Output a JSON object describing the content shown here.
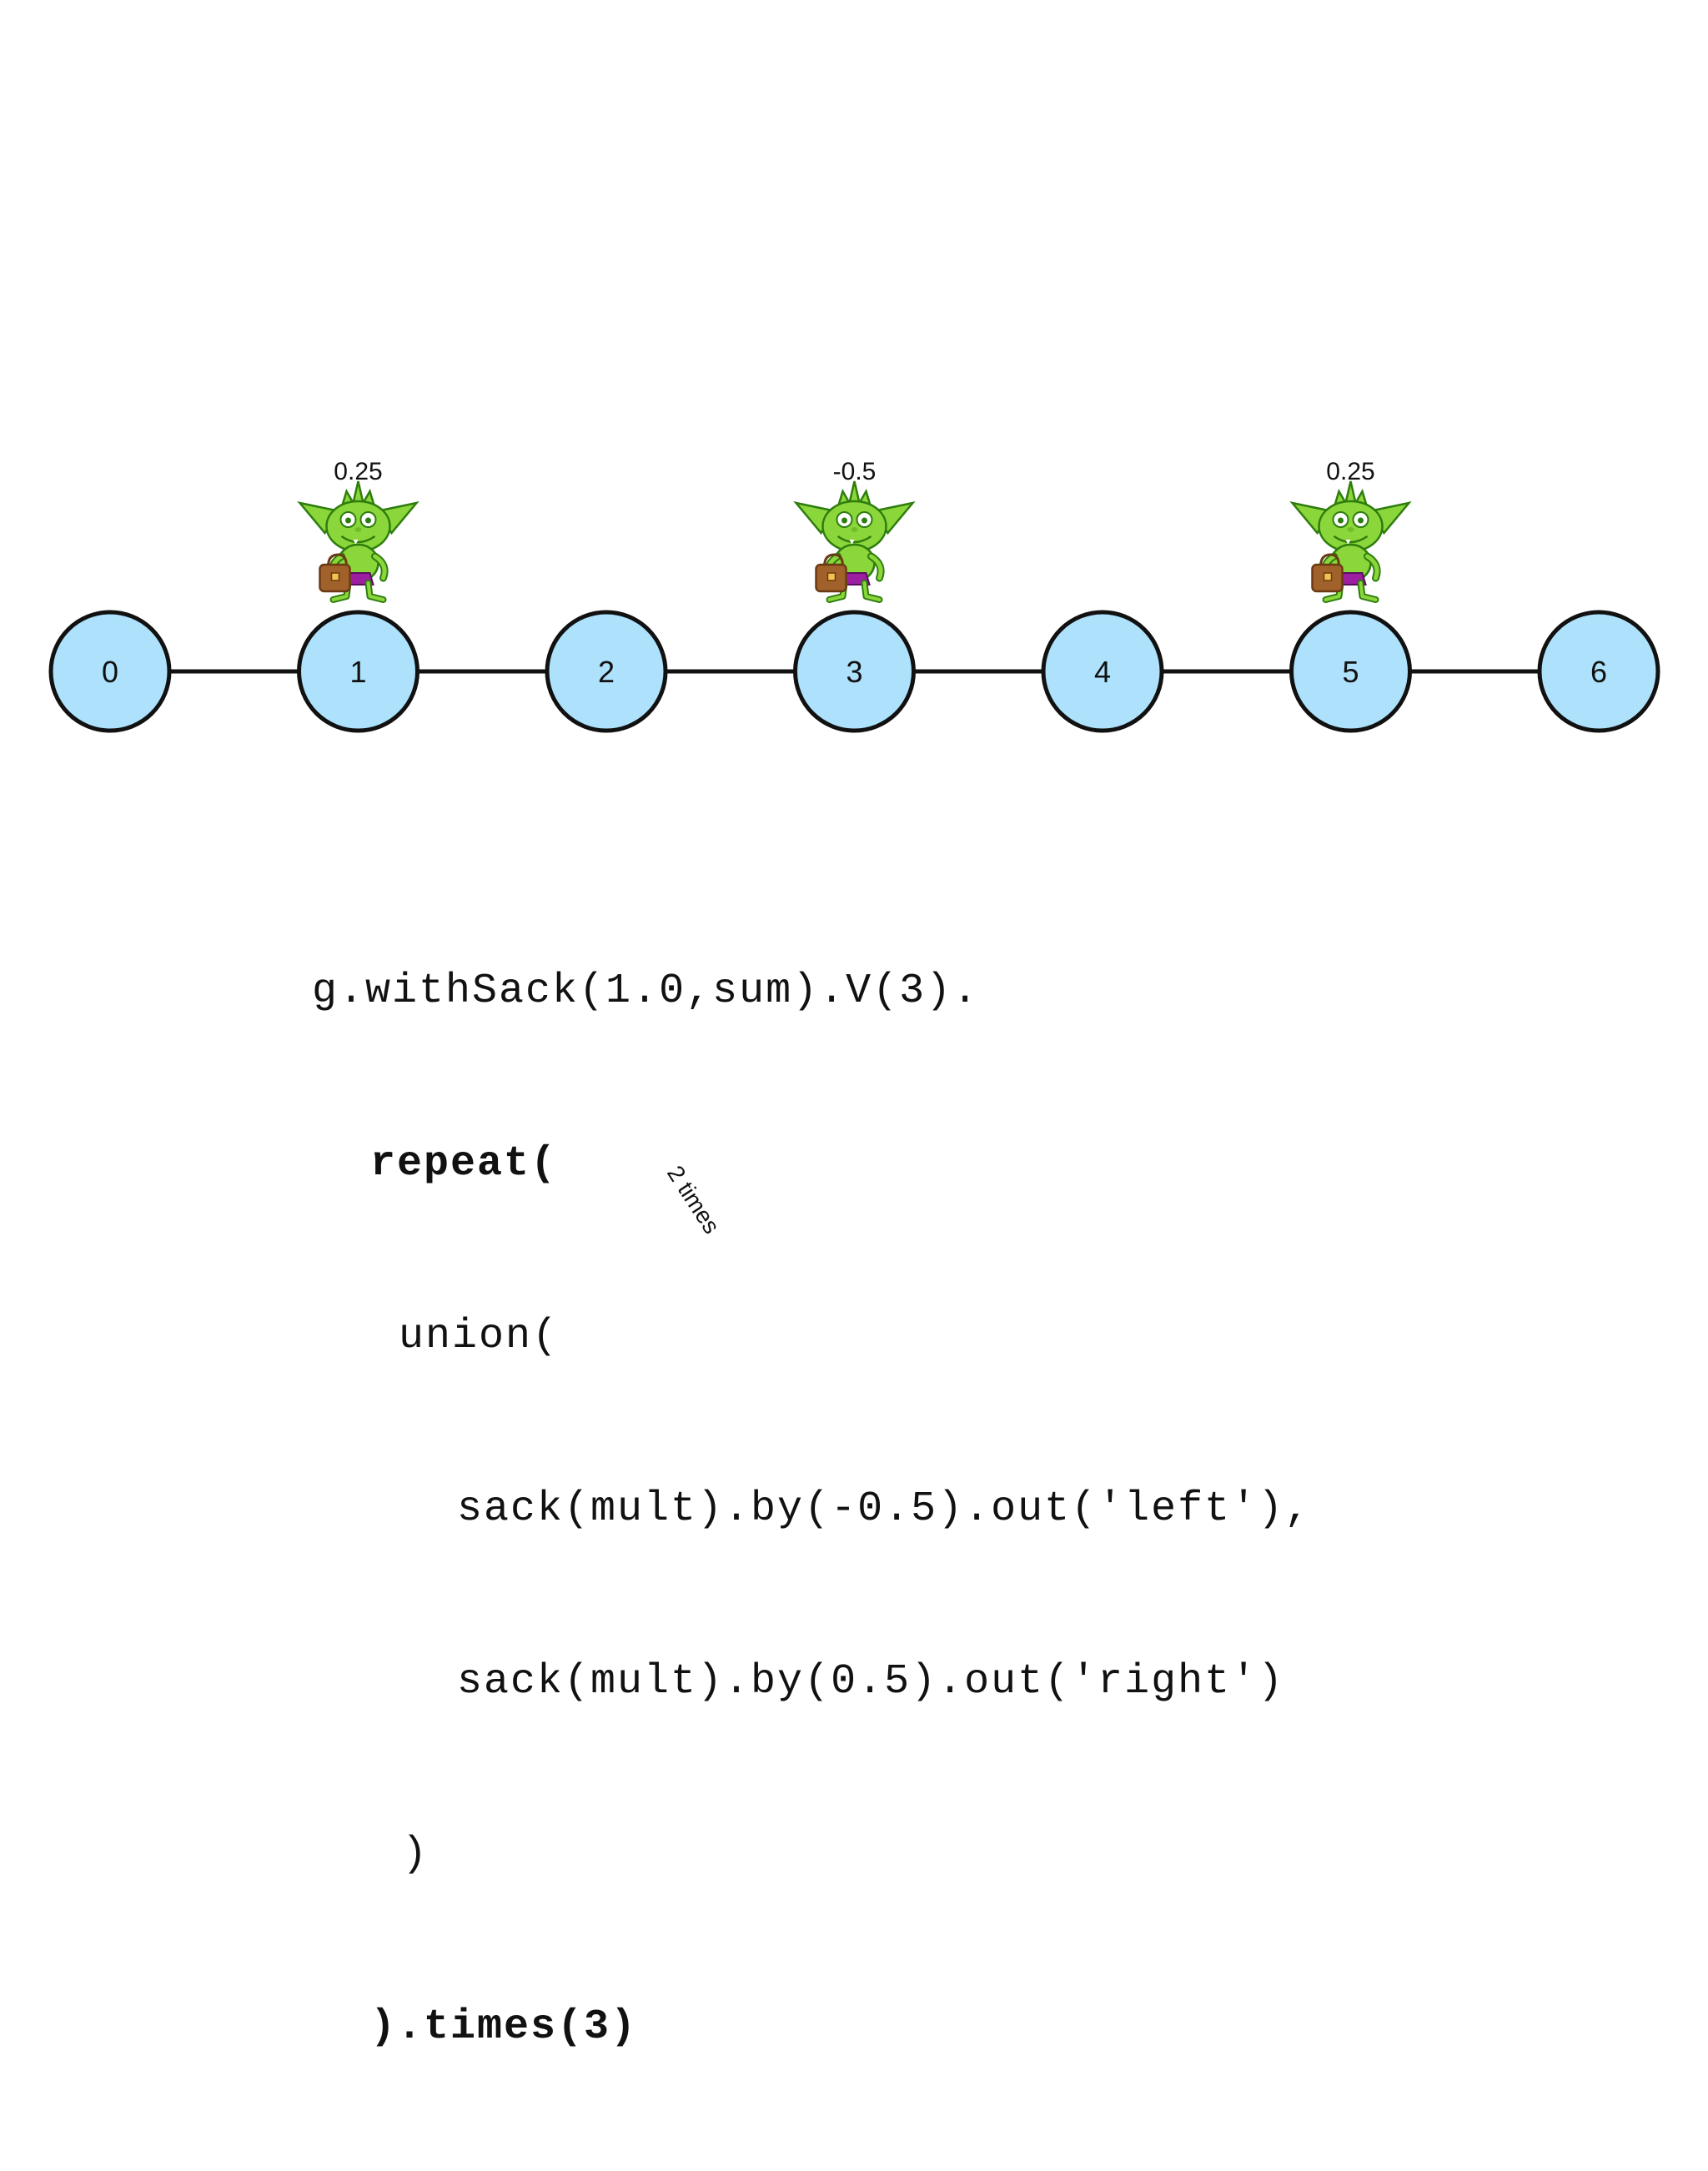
{
  "diagram": {
    "nodes": [
      {
        "id": "0",
        "label": "0"
      },
      {
        "id": "1",
        "label": "1"
      },
      {
        "id": "2",
        "label": "2"
      },
      {
        "id": "3",
        "label": "3"
      },
      {
        "id": "4",
        "label": "4"
      },
      {
        "id": "5",
        "label": "5"
      },
      {
        "id": "6",
        "label": "6"
      }
    ],
    "edges": [
      [
        "0",
        "1"
      ],
      [
        "1",
        "2"
      ],
      [
        "2",
        "3"
      ],
      [
        "3",
        "4"
      ],
      [
        "4",
        "5"
      ],
      [
        "5",
        "6"
      ]
    ],
    "goblins": [
      {
        "node": "1",
        "sack_value": "0.25"
      },
      {
        "node": "3",
        "sack_value": "-0.5"
      },
      {
        "node": "5",
        "sack_value": "0.25"
      }
    ],
    "colors": {
      "node_fill": "#ADE1FC",
      "node_stroke": "#111111",
      "edge": "#111111",
      "goblin_skin": "#8BD63A",
      "goblin_outline": "#2E7D0E",
      "sack": "#A0612A",
      "pants": "#9B1FA0"
    },
    "icon": "goblin-with-sack-icon"
  },
  "code": {
    "line1": "g.withSack(1.0,sum).V(3).",
    "line2": "repeat(",
    "line3": "union(",
    "line4": "sack(mult).by(-0.5).out('left'),",
    "line5": "sack(mult).by(0.5).out('right')",
    "line6": ")",
    "line7": ").times(3)"
  },
  "annotation": {
    "text": "2 times"
  }
}
